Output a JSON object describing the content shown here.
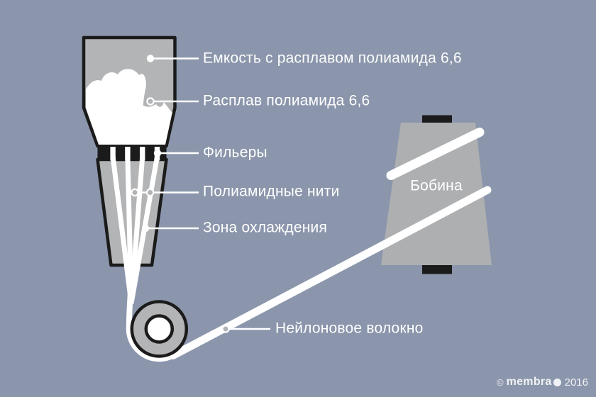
{
  "colors": {
    "background": "#8b96ac",
    "metal_gray": "#b3b4b6",
    "bobbin_gray": "#adafb1",
    "outline_black": "#1b1b1b",
    "thread_white": "#ffffff"
  },
  "labels": {
    "container": "Емкость с расплавом полиамида 6,6",
    "melt": "Расплав полиамида 6,6",
    "spinnerets": "Фильеры",
    "polyamide_threads": "Полиамидные нити",
    "cooling_zone": "Зона охлаждения",
    "bobbin": "Бобина",
    "nylon_fiber": "Нейлоновое волокно"
  },
  "watermark": {
    "copyright": "©",
    "brand": "membra",
    "year": "2016"
  }
}
